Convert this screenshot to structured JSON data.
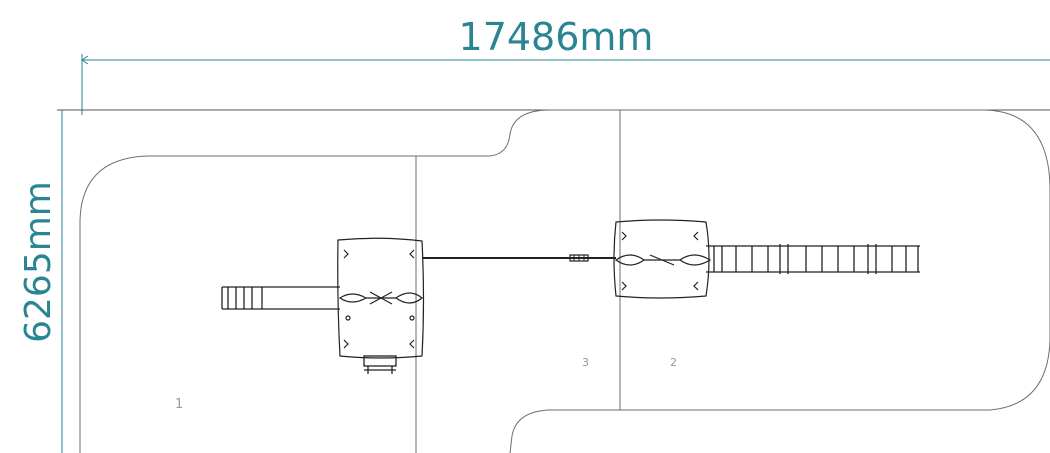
{
  "dimensions": {
    "width_label": "17486mm",
    "height_label": "6265mm"
  },
  "zones": {
    "zone_1": "1",
    "zone_3": "3",
    "zone_2": "2"
  },
  "colors": {
    "dimension": "#2a8592",
    "outline": "#6e6e6e",
    "equipment": "#222222",
    "zone_label": "#9a9a9a"
  }
}
